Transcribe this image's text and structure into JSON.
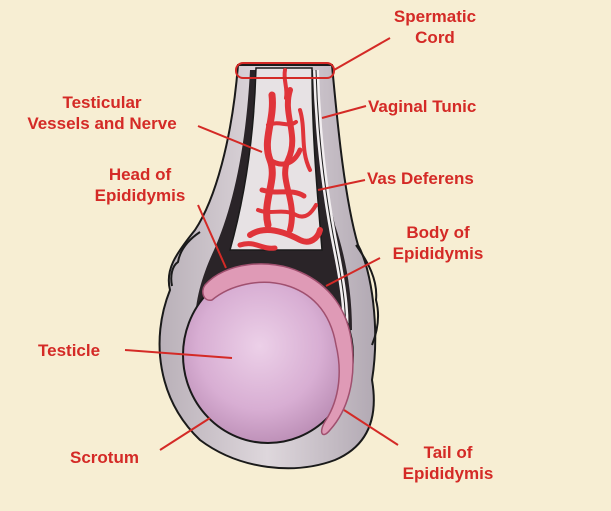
{
  "colors": {
    "background": "#f7eed3",
    "label": "#d42a26",
    "leader_line": "#d42a26",
    "vessels": "#e0343a",
    "testicle": "#dcb0d6",
    "epididymis": "#df9ab6",
    "tunic": "#c9c2ca",
    "outline": "#1a1a1a"
  },
  "labels": {
    "spermatic_cord": {
      "line1": "Spermatic",
      "line2": "Cord"
    },
    "testicular_vessels": {
      "line1": "Testicular",
      "line2": "Vessels and Nerve"
    },
    "vaginal_tunic": {
      "line1": "Vaginal Tunic"
    },
    "head_epididymis": {
      "line1": "Head of",
      "line2": "Epididymis"
    },
    "vas_deferens": {
      "line1": "Vas Deferens"
    },
    "body_epididymis": {
      "line1": "Body of",
      "line2": "Epididymis"
    },
    "testicle": {
      "line1": "Testicle"
    },
    "scrotum": {
      "line1": "Scrotum"
    },
    "tail_epididymis": {
      "line1": "Tail of",
      "line2": "Epididymis"
    }
  }
}
